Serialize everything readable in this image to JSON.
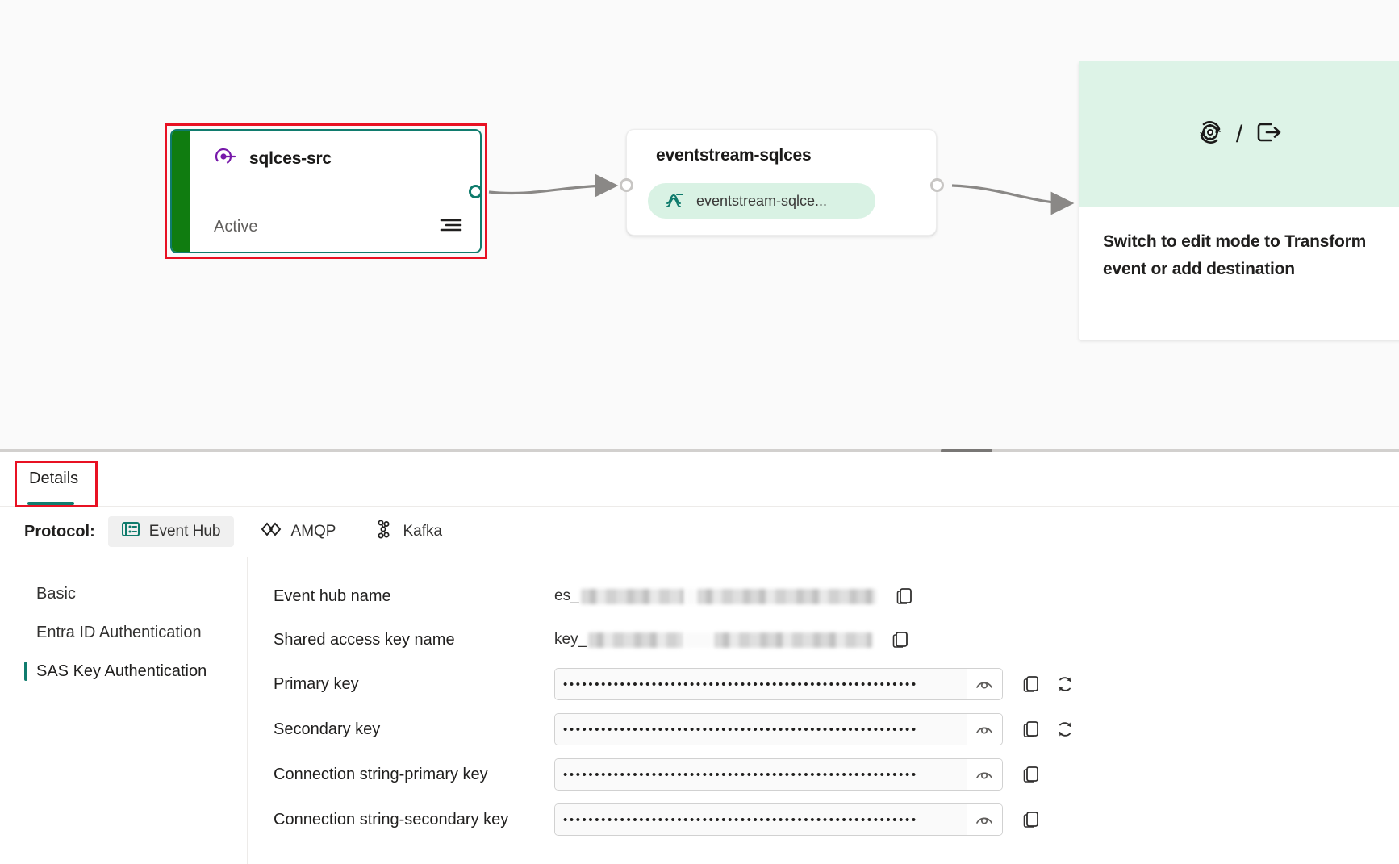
{
  "canvas": {
    "source_node": {
      "title": "sqlces-src",
      "status": "Active",
      "icon": "source-plug-icon",
      "menu_icon": "list-menu-icon",
      "status_color": "#107c10",
      "border_color": "#107c6e",
      "highlight_color": "#e81123"
    },
    "eventstream_node": {
      "title": "eventstream-sqlces",
      "pill_label": "eventstream-sqlce...",
      "pill_icon": "eventstream-wave-icon",
      "pill_color": "#d9f2e4"
    },
    "hint_card": {
      "icons": [
        "transform-event-icon",
        "destination-export-icon"
      ],
      "separator": "/",
      "text": "Switch to edit mode to Transform event or add destination",
      "header_color": "#ddf3e7"
    }
  },
  "panel": {
    "tabs": [
      {
        "label": "Details",
        "selected": true
      }
    ],
    "tab_highlight_color": "#e81123",
    "tab_underline_color": "#107c6e",
    "protocol": {
      "label": "Protocol:",
      "options": [
        {
          "label": "Event Hub",
          "icon": "event-hub-icon",
          "selected": true
        },
        {
          "label": "AMQP",
          "icon": "amqp-icon",
          "selected": false
        },
        {
          "label": "Kafka",
          "icon": "kafka-icon",
          "selected": false
        }
      ]
    },
    "subnav": [
      {
        "label": "Basic",
        "selected": false
      },
      {
        "label": "Entra ID Authentication",
        "selected": false
      },
      {
        "label": "SAS Key Authentication",
        "selected": true
      }
    ],
    "fields": [
      {
        "label": "Event hub name",
        "type": "text-redacted",
        "value_prefix": "es_",
        "copy_icon": "copy-icon"
      },
      {
        "label": "Shared access key name",
        "type": "text-redacted",
        "value_prefix": "key_",
        "copy_icon": "copy-icon"
      },
      {
        "label": "Primary key",
        "type": "secret",
        "value": "••••••••••••••••••••••••••••••••••••••••••••••••••••••••",
        "reveal_icon": "eye-icon",
        "copy_icon": "copy-icon",
        "regenerate_icon": "refresh-icon"
      },
      {
        "label": "Secondary key",
        "type": "secret",
        "value": "••••••••••••••••••••••••••••••••••••••••••••••••••••••••",
        "reveal_icon": "eye-icon",
        "copy_icon": "copy-icon",
        "regenerate_icon": "refresh-icon"
      },
      {
        "label": "Connection string-primary key",
        "type": "secret",
        "value": "••••••••••••••••••••••••••••••••••••••••••••••••••••••••",
        "reveal_icon": "eye-icon",
        "copy_icon": "copy-icon"
      },
      {
        "label": "Connection string-secondary key",
        "type": "secret",
        "value": "••••••••••••••••••••••••••••••••••••••••••••••••••••••••",
        "reveal_icon": "eye-icon",
        "copy_icon": "copy-icon"
      }
    ]
  }
}
